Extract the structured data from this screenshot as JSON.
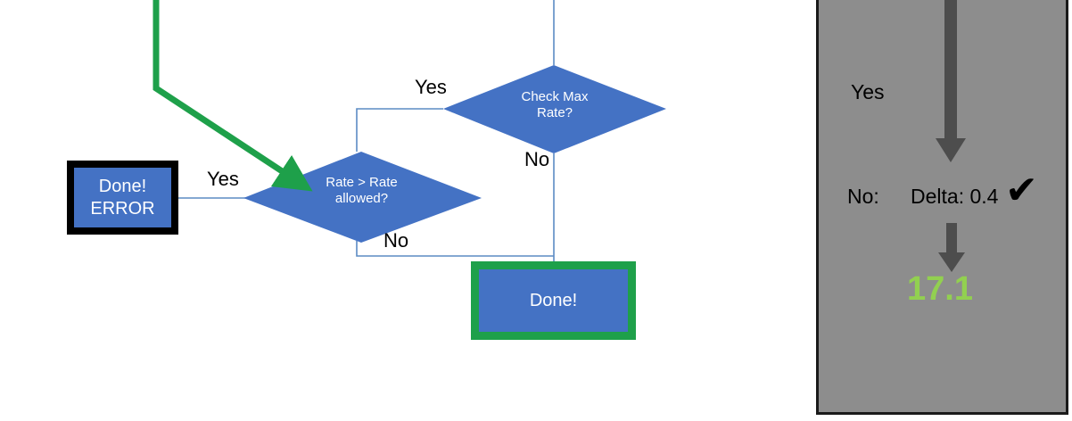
{
  "canvas": {
    "background": "#ffffff",
    "accent_blue": "#4472c4",
    "edge_blue": "#5b8bc4",
    "highlight_green": "#1ea04a",
    "border_black": "#000000"
  },
  "flowchart": {
    "nodes": [
      {
        "id": "done-error",
        "type": "process",
        "label": "Done!\nERROR",
        "border_color": "#000000",
        "fill": "#4472c4"
      },
      {
        "id": "rate-gt-allowed",
        "type": "decision",
        "label": "Rate > Rate\nallowed?",
        "fill": "#4472c4"
      },
      {
        "id": "check-max-rate",
        "type": "decision",
        "label": "Check Max\nRate?",
        "fill": "#4472c4"
      },
      {
        "id": "done",
        "type": "process",
        "label": "Done!",
        "border_color": "#1ea04a",
        "fill": "#4472c4"
      }
    ],
    "edge_labels": {
      "yes_to_error": "Yes",
      "no_from_rate": "No",
      "yes_from_check_max": "Yes",
      "no_from_check_max": "No"
    },
    "highlight_path": {
      "color": "#1ea04a",
      "target": "rate-gt-allowed"
    }
  },
  "panel": {
    "background": "#8d8d8d",
    "arrow_color": "#4d4d4d",
    "yes_label": "Yes",
    "no_label": "No:",
    "delta_label": "Delta: 0.4",
    "check_mark": "✔",
    "result_value": "17.1",
    "result_color": "#92d050"
  }
}
